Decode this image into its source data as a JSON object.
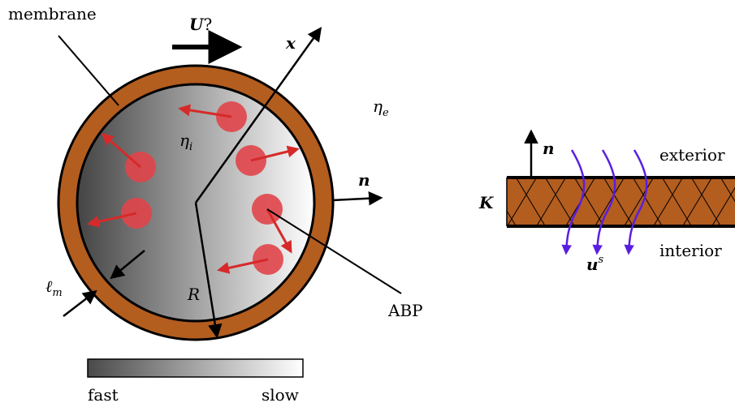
{
  "labels": {
    "membrane": "membrane",
    "velocity_symbol": "U",
    "velocity_q": "?",
    "x_axis": "x",
    "eta_e_base": "η",
    "eta_e_sub": "e",
    "eta_i_base": "η",
    "eta_i_sub": "i",
    "normal_left": "n",
    "radius": "R",
    "thickness_base": "ℓ",
    "thickness_sub": "m",
    "particle": "ABP",
    "normal_right": "n",
    "permeability": "K",
    "exterior": "exterior",
    "interior": "interior",
    "us_base": "u",
    "us_sup": "s"
  },
  "colorbar": {
    "min_label": "fast",
    "max_label": "slow"
  },
  "colors": {
    "membrane": "#b35d1f",
    "particle": "#e0454a",
    "swim_arrow": "#d62a2a",
    "flow_arrow": "#5a1ee0",
    "gradient_dark": "#4a4a4a",
    "gradient_light": "#ffffff"
  },
  "particles_count": 6,
  "flow_lines_count": 3
}
